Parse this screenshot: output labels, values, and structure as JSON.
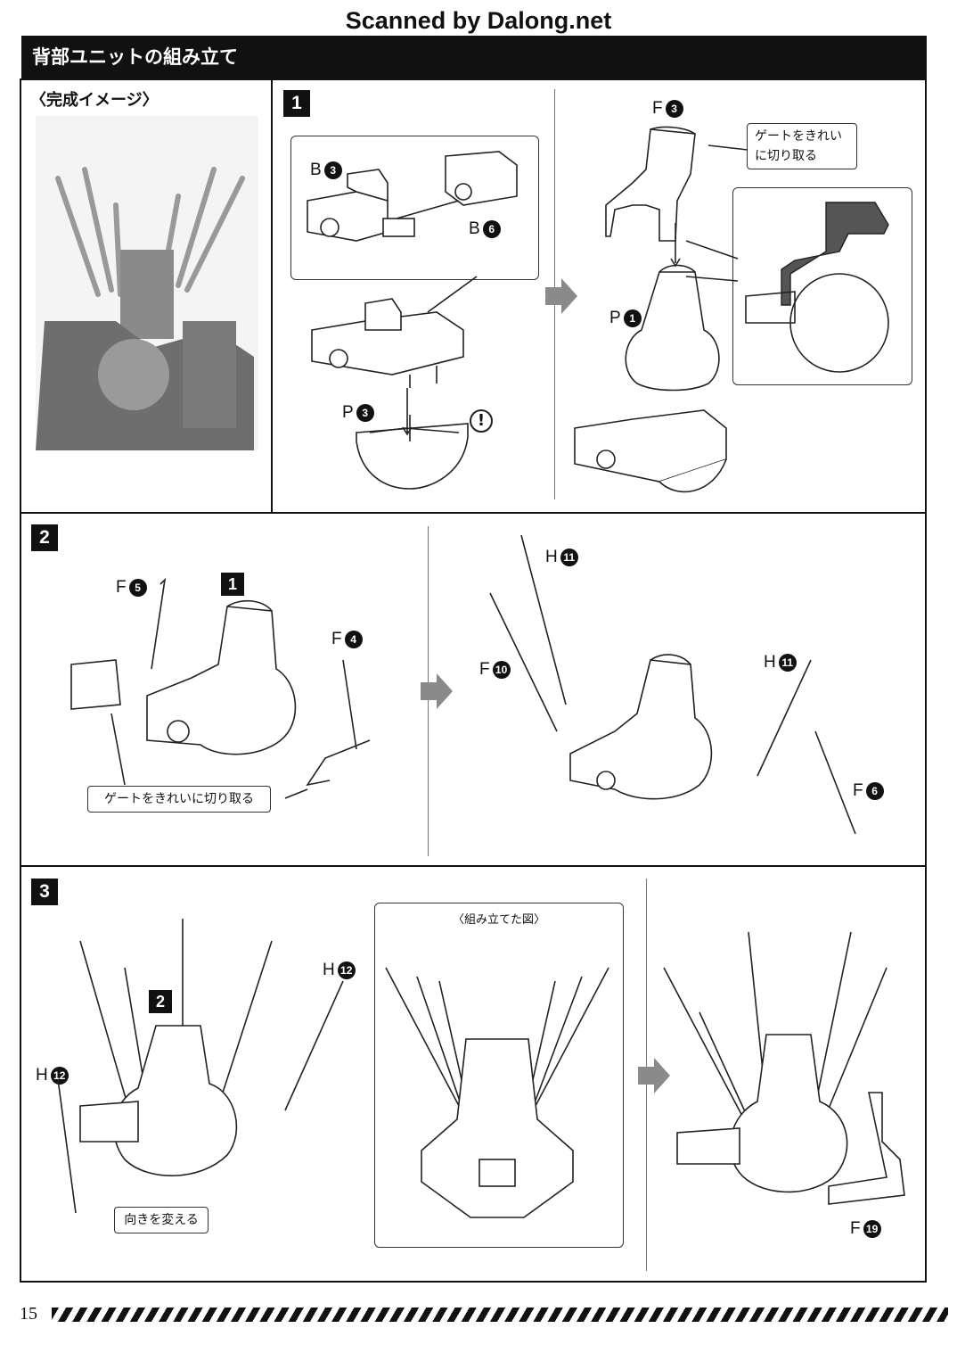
{
  "scan_credit": "Scanned by Dalong.net",
  "section_title": "背部ユニットの組み立て",
  "preview_title": "〈完成イメージ〉",
  "steps": [
    "1",
    "2",
    "3"
  ],
  "sub_ref_step1": "1",
  "sub_ref_step2": "2",
  "parts": {
    "b3": {
      "letter": "B",
      "num": "3"
    },
    "b6": {
      "letter": "B",
      "num": "6"
    },
    "p3": {
      "letter": "P",
      "num": "3"
    },
    "f3": {
      "letter": "F",
      "num": "3"
    },
    "p1": {
      "letter": "P",
      "num": "1"
    },
    "f5": {
      "letter": "F",
      "num": "5"
    },
    "f4": {
      "letter": "F",
      "num": "4"
    },
    "h11a": {
      "letter": "H",
      "num": "11"
    },
    "f10": {
      "letter": "F",
      "num": "10"
    },
    "h11b": {
      "letter": "H",
      "num": "11"
    },
    "f6": {
      "letter": "F",
      "num": "6"
    },
    "h12a": {
      "letter": "H",
      "num": "12"
    },
    "h12b": {
      "letter": "H",
      "num": "12"
    },
    "f19": {
      "letter": "F",
      "num": "19"
    }
  },
  "notes": {
    "gate_clean_1": "ゲートをきれい\nに切り取る",
    "gate_clean_2": "ゲートをきれいに切り取る",
    "change_direction": "向きを変える",
    "assembled_view": "〈組み立てた図〉"
  },
  "warning_symbol": "!",
  "page_number": "15"
}
